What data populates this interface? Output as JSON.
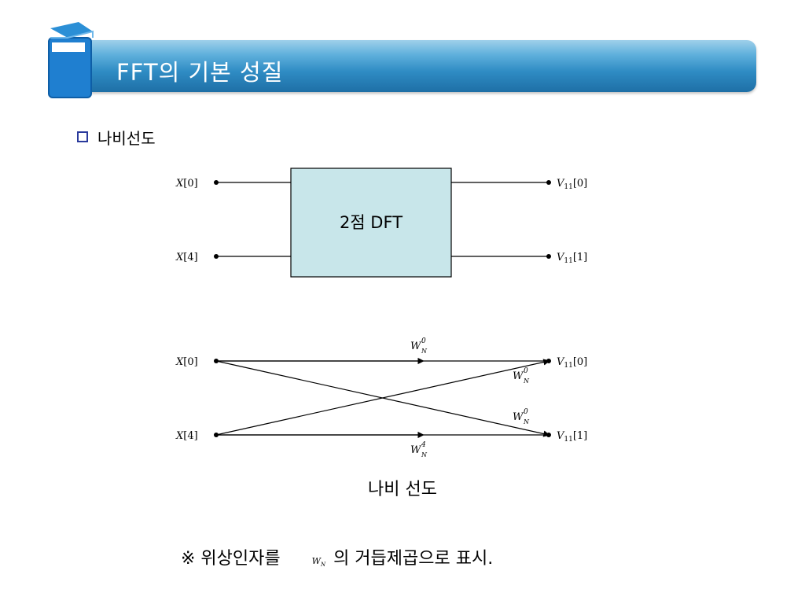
{
  "header": {
    "title": "FFT의 기본 성질"
  },
  "section": {
    "heading": "나비선도"
  },
  "diagram": {
    "block_label": "2점 DFT",
    "inputs": [
      "X[0]",
      "X[4]"
    ],
    "outputs": [
      "V11[0]",
      "V11[1]"
    ],
    "twiddles": {
      "top_straight": "W_N^0",
      "top_cross": "W_N^0",
      "bottom_cross": "W_N^0",
      "bottom_straight": "W_N^4"
    }
  },
  "caption": "나비 선도",
  "note": {
    "prefix": "※ 위상인자를",
    "symbol": "W_N",
    "suffix": "의 거듭제곱으로 표시."
  },
  "colors": {
    "title_bar": "#2f8cc4",
    "block_fill": "#c8e6ea",
    "bullet": "#2a3a9c"
  }
}
